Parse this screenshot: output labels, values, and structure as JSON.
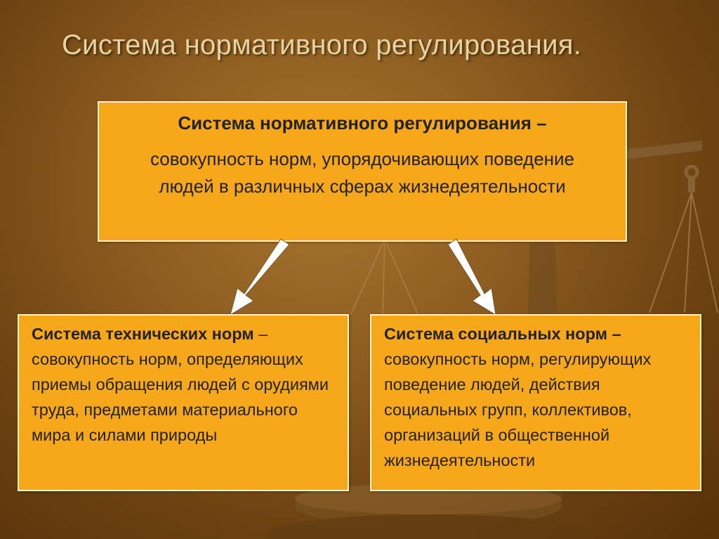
{
  "slide": {
    "title": "Система нормативного регулирования."
  },
  "top_box": {
    "heading": "Система нормативного регулирования –",
    "definition": "совокупность норм, упорядочивающих поведение людей в различных сферах жизнедеятельности"
  },
  "left_box": {
    "term": "Система технических норм",
    "dash": " – ",
    "definition": "совокупность норм, определяющих приемы обращения людей с орудиями труда, предметами материального мира и силами природы"
  },
  "right_box": {
    "term": "Система социальных норм –",
    "definition": "совокупность норм, регулирующих поведение людей, действия социальных групп, коллективов, организаций в общественной жизнедеятельности"
  },
  "colors": {
    "box_fill": "#f7a81a",
    "box_border": "#fff3c8",
    "title_text": "#e8d3a0",
    "arrow": "#ffffff"
  },
  "icons": {
    "background_decoration": "scales-of-justice-icon"
  }
}
